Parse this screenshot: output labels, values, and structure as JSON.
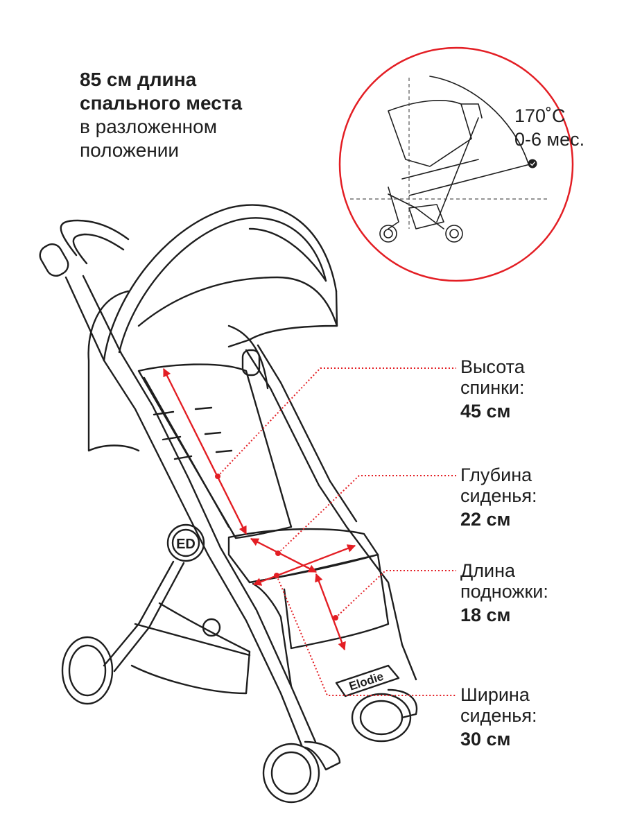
{
  "header": {
    "line1": "85 см длина",
    "line2": "спального места",
    "line3": "в разложенном",
    "line4": "положении"
  },
  "recline": {
    "angle": "170˚С",
    "age": "0-6 мес."
  },
  "measurements": [
    {
      "name_line1": "Высота",
      "name_line2": "спинки:",
      "value": "45 см"
    },
    {
      "name_line1": "Глубина",
      "name_line2": "сиденья:",
      "value": "22 см"
    },
    {
      "name_line1": "Длина",
      "name_line2": "подножки:",
      "value": "18 см"
    },
    {
      "name_line1": "Ширина",
      "name_line2": "сиденья:",
      "value": "30 см"
    }
  ],
  "brand": {
    "plate_text": "Elodie",
    "logo_text": "ED"
  },
  "colors": {
    "accent": "#e31e24",
    "ink": "#1e1e1e"
  }
}
